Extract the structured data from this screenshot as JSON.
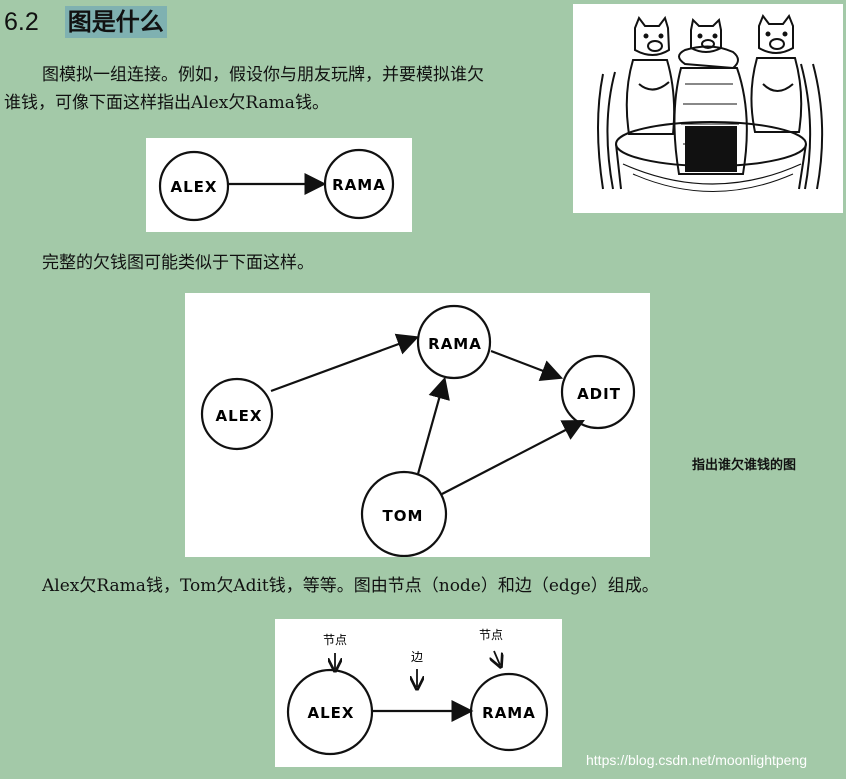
{
  "heading": {
    "number": "6.2",
    "title": "图是什么"
  },
  "paragraphs": {
    "p1_line1": "图模拟一组连接。例如，假设你与朋友玩牌，并要模拟谁欠",
    "p1_line2": "谁钱，可像下面这样指出Alex欠Rama钱。",
    "p2": "完整的欠钱图可能类似于下面这样。",
    "p3": "Alex欠Rama钱，Tom欠Adit钱，等等。图由节点（node）和边（edge）组成。"
  },
  "figure1": {
    "nodes": [
      "ALEX",
      "RAMA"
    ]
  },
  "figure2": {
    "nodes": [
      "ALEX",
      "RAMA",
      "ADIT",
      "TOM"
    ],
    "caption": "指出谁欠谁钱的图"
  },
  "figure3": {
    "nodes": [
      "ALEX",
      "RAMA"
    ],
    "label_node_left": "节点",
    "label_node_right": "节点",
    "label_edge": "边"
  },
  "watermark": "https://blog.csdn.net/moonlightpeng"
}
